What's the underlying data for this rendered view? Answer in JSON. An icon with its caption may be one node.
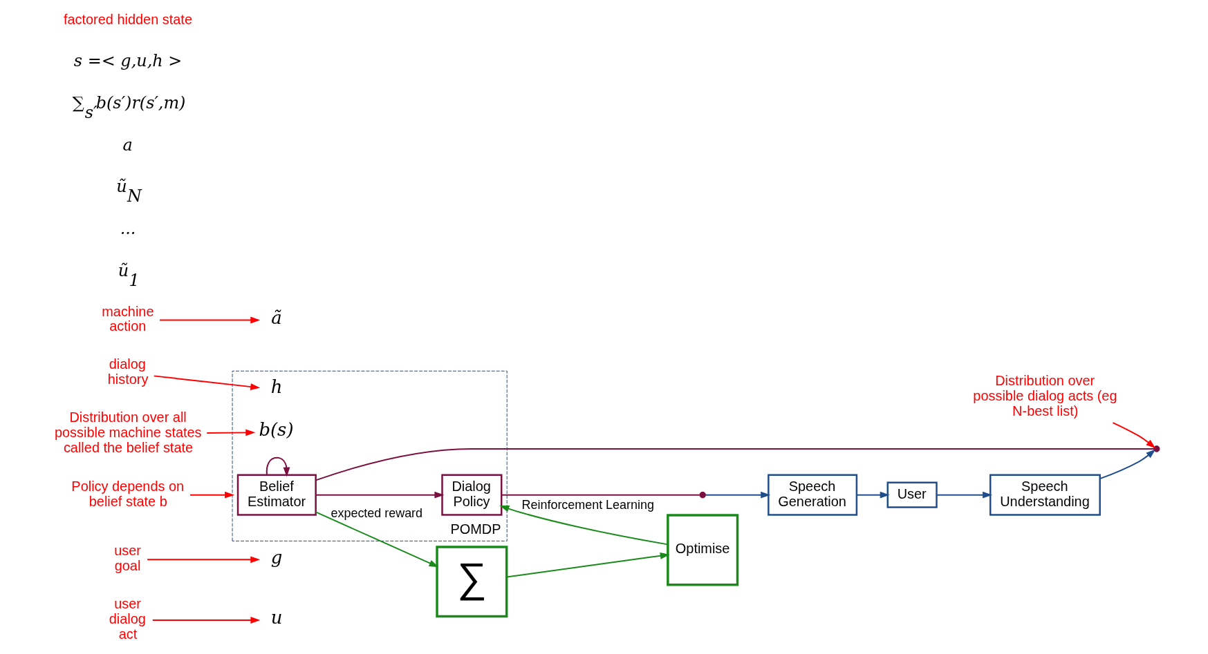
{
  "diagram": {
    "nodes": [
      {
        "text": [
          "user dialog act"
        ]
      },
      {
        "text": [
          "u"
        ]
      },
      {
        "text": [
          "user goal"
        ]
      },
      {
        "text": [
          "g"
        ]
      },
      {
        "text": [
          "User"
        ]
      },
      {
        "text": [
          "ã"
        ]
      },
      {
        "text": [
          "machine action"
        ]
      },
      {
        "text": [
          "Speech Understanding"
        ]
      },
      {
        "text": [
          "Speech Generation"
        ]
      },
      {
        "text": [
          "Distribution over possible dialog acts (eg N-best list)"
        ]
      },
      {
        "text": [],
        "shape": "circle"
      },
      {
        "text": [],
        "shape": "circle"
      },
      {
        "text": [
          "dialog history"
        ]
      },
      {
        "text": [
          "POMDP"
        ]
      },
      {
        "text": [
          "Belief Estimator"
        ],
        "in": 13
      },
      {
        "text": [
          "Dialog Policy"
        ],
        "in": 13
      },
      {
        "text": [
          "h"
        ],
        "in": 13
      },
      {
        "text": [
          "b(s)"
        ],
        "in": 13
      },
      {
        "text": [
          "Distribution over all possible machine states called the belief state"
        ]
      },
      {
        "text": [
          "∑"
        ]
      },
      {
        "text": [
          "Optimise"
        ]
      },
      {
        "text": [
          "Policy depends on belief state b"
        ]
      }
    ],
    "edges": [
      {
        "from": 4,
        "to": 7,
        "arrow": "to",
        "color": "#1f4e8c"
      },
      {
        "from": 7,
        "to": 10,
        "arrow": "to",
        "color": "#1f4e8c"
      },
      {
        "from": 10,
        "to": 14,
        "arrow": "none",
        "color": "#7b1040"
      },
      {
        "from": 14,
        "to": 14,
        "arrow": "to",
        "color": "#7b1040"
      },
      {
        "from": 14,
        "to": 15,
        "arrow": "to",
        "color": "#7b1040"
      },
      {
        "from": 14,
        "to": 19,
        "arrow": "to",
        "label": "expected reward",
        "color": "#1a8a1a"
      },
      {
        "from": 19,
        "to": 20,
        "arrow": "to",
        "color": "#1a8a1a"
      },
      {
        "from": 20,
        "to": 15,
        "arrow": "to",
        "label": "Reinforcement Learning",
        "color": "#1a8a1a"
      },
      {
        "from": 15,
        "to": 11,
        "arrow": "none",
        "color": "#7b1040"
      },
      {
        "from": 11,
        "to": 8,
        "arrow": "to",
        "color": "#1f4e8c"
      },
      {
        "from": 8,
        "to": 4,
        "arrow": "to",
        "color": "#1f4e8c"
      },
      {
        "from": 0,
        "to": 1,
        "arrow": "to",
        "color": "#ff0000"
      },
      {
        "from": 2,
        "to": 3,
        "arrow": "to",
        "color": "#ff0000"
      },
      {
        "from": 6,
        "to": 5,
        "arrow": "to",
        "color": "#ff0000"
      },
      {
        "from": 9,
        "to": 10,
        "arrow": "to",
        "color": "#ff0000"
      },
      {
        "from": 12,
        "to": 16,
        "arrow": "to",
        "color": "#ff0000"
      },
      {
        "from": 18,
        "to": 17,
        "arrow": "to",
        "color": "#ff0000"
      },
      {
        "from": 21,
        "to": 13,
        "arrow": "to",
        "color": "#ff0000"
      }
    ],
    "labels": [
      "ũ$_{1}$",
      "...",
      "ũ$_{N}$",
      "a",
      "∑$_{s′}$b(s′)r(s′,m)",
      "s =< g,u,h >",
      "factored hidden state"
    ]
  }
}
